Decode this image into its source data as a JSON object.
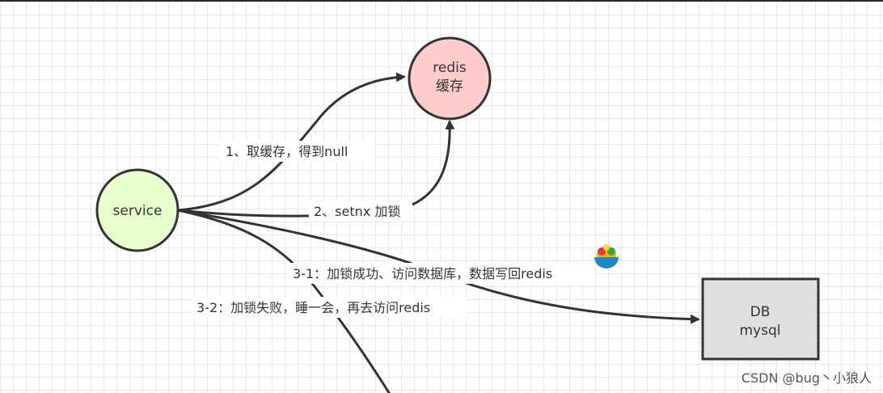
{
  "nodes": {
    "service": {
      "label": "service",
      "fill": "#e6ffcc"
    },
    "redis": {
      "line1": "redis",
      "line2": "缓存",
      "fill": "#ffcccc"
    },
    "db": {
      "line1": "DB",
      "line2": "mysql",
      "fill": "#e0e0e0"
    }
  },
  "edges": {
    "get_cache": "1、取缓存，得到null",
    "setnx": "2、setnx 加锁",
    "lock_success": "3-1：加锁成功、访问数据库，数据写回redis",
    "lock_fail": "3-2：加锁失败，睡一会，再去访问redis"
  },
  "watermark": "CSDN @bug丶小狼人",
  "icons": [
    "emoji-bowl-icon"
  ],
  "colors": {
    "stroke": "#333333",
    "grid": "#e6e6e6"
  }
}
